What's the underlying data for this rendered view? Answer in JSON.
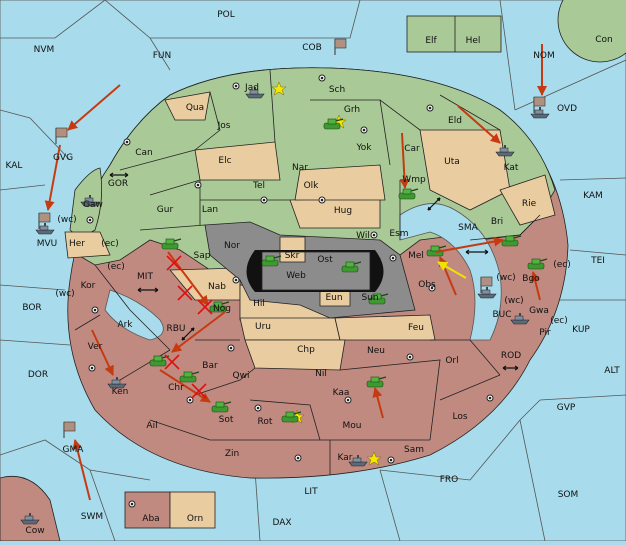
{
  "labels": {
    "POL": "POL",
    "NVM": "NVM",
    "FUN": "FUN",
    "COB": "COB",
    "Elf": "Elf",
    "Hel": "Hel",
    "Con": "Con",
    "NOM": "NOM",
    "OVD": "OVD",
    "Jad": "Jad",
    "Sch": "Sch",
    "Qua": "Qua",
    "Grh": "Grh",
    "Jos": "Jos",
    "Eld": "Eld",
    "GVG": "GVG",
    "Can": "Can",
    "Yok": "Yok",
    "Car": "Car",
    "Uta": "Uta",
    "Elc": "Elc",
    "Nar": "Nar",
    "Kat": "Kat",
    "KAL": "KAL",
    "GOR": "GOR",
    "Tel": "Tel",
    "Olk": "Olk",
    "Wmp": "Wmp",
    "KAM": "KAM",
    "Gaw": "Gaw",
    "Gur": "Gur",
    "Lan": "Lan",
    "Hug": "Hug",
    "Rie": "Rie",
    "wc1": "(wc)",
    "MVU": "MVU",
    "Wil": "Wil",
    "Esm": "Esm",
    "SMA": "SMA",
    "Bri": "Bri",
    "Her": "Her",
    "ec1": "(ec)",
    "Nor": "Nor",
    "Skr": "Skr",
    "Ost": "Ost",
    "Mel": "Mel",
    "TEI": "TEI",
    "Sap": "Sap",
    "Web": "Web",
    "Bgo": "Bgo",
    "ec2": "(ec)",
    "MIT": "MIT",
    "ec3": "(ec)",
    "wc2": "(wc)",
    "Kor": "Kor",
    "Nab": "Nab",
    "Obs": "Obs",
    "wc3": "(wc)",
    "Eun": "Eun",
    "Sun": "Sun",
    "wc4": "(wc)",
    "BOR": "BOR",
    "Hil": "Hil",
    "Nog": "Nog",
    "Gwa": "Gwa",
    "ec4": "(ec)",
    "BUC": "BUC",
    "RBU": "RBU",
    "Ark": "Ark",
    "Uru": "Uru",
    "Feu": "Feu",
    "KUP": "KUP",
    "Pir": "Pir",
    "Ver": "Ver",
    "Chp": "Chp",
    "Neu": "Neu",
    "Orl": "Orl",
    "ROD": "ROD",
    "Bar": "Bar",
    "DOR": "DOR",
    "Qwi": "Qwi",
    "Nil": "Nil",
    "ALT": "ALT",
    "Ken": "Ken",
    "Chr": "Chr",
    "Kaa": "Kaa",
    "Los": "Los",
    "GVP": "GVP",
    "Ail": "Ail",
    "Sot": "Sot",
    "Rot": "Rot",
    "Mou": "Mou",
    "GMA": "GMA",
    "Sam": "Sam",
    "Zin": "Zin",
    "Kar": "Kar",
    "FRO": "FRO",
    "LIT": "LIT",
    "SOM": "SOM",
    "SWM": "SWM",
    "Aba": "Aba",
    "Orn": "Orn",
    "DAX": "DAX",
    "Cow": "Cow"
  },
  "colors": {
    "sea": "#a8dcec",
    "green": "#a9c996",
    "tan": "#e9cca0",
    "red": "#c08a80",
    "grey": "#8c8c8c",
    "arrow": "#c63a12",
    "support": "#f2e200",
    "cross": "#e01010"
  }
}
